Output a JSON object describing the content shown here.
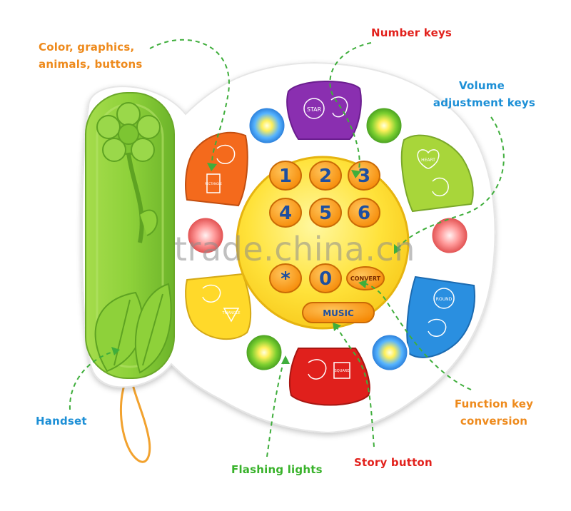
{
  "labels": {
    "color_graphics": [
      "Color, graphics,",
      "animals, buttons"
    ],
    "number_keys": "Number keys",
    "volume": [
      "Volume",
      "adjustment keys"
    ],
    "handset": "Handset",
    "function_key": [
      "Function key",
      "conversion"
    ],
    "flashing_lights": "Flashing lights",
    "story_button": "Story button"
  },
  "keypad": {
    "digits": [
      "1",
      "2",
      "3",
      "4",
      "5",
      "6",
      "*",
      "0"
    ],
    "convert": "CONVERT",
    "music": "MUSIC"
  },
  "petals": {
    "top": "STAR",
    "right_top": "HEART",
    "right_bottom": "ROUND",
    "bottom": "SQUARE",
    "left_bottom": "TRIANGLE",
    "left_top": "RECTANGLE"
  },
  "watermark": "trade.china.cn",
  "colors": {
    "label_orange": "#ee8a1c",
    "label_red": "#e2211c",
    "label_blue": "#1c8fd6",
    "label_green": "#38b22a",
    "handset_green": "#8ed13a",
    "keypad_yellow": "#ffe23a",
    "key_orange": "#ff9a14",
    "petal_purple": "#8a2fb0",
    "petal_lime": "#a8d63a",
    "petal_blue": "#2a8fe0",
    "petal_red": "#e0201c",
    "petal_yellow": "#ffd92a",
    "petal_orange": "#f46a1c"
  }
}
